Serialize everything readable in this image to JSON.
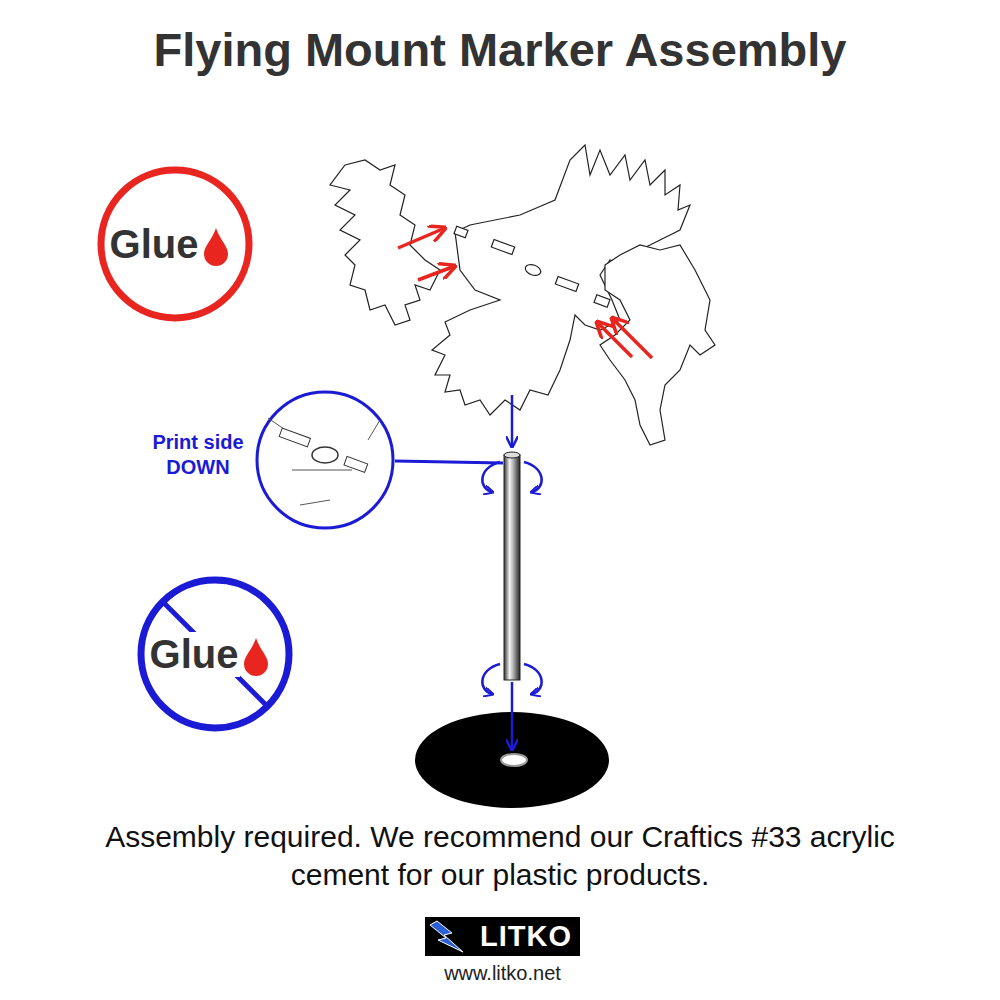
{
  "diagram": {
    "title": "Flying Mount Marker Assembly",
    "caption": "Assembly required. We recommend our Craftics #33 acrylic cement for our plastic products.",
    "nodes": [
      {
        "text": [
          "Glue"
        ]
      },
      {
        "text": [
          "Glue"
        ]
      },
      {
        "text": [
          "LITKO"
        ]
      }
    ],
    "labels": [
      "Print side DOWN",
      "www.litko.net"
    ]
  }
}
